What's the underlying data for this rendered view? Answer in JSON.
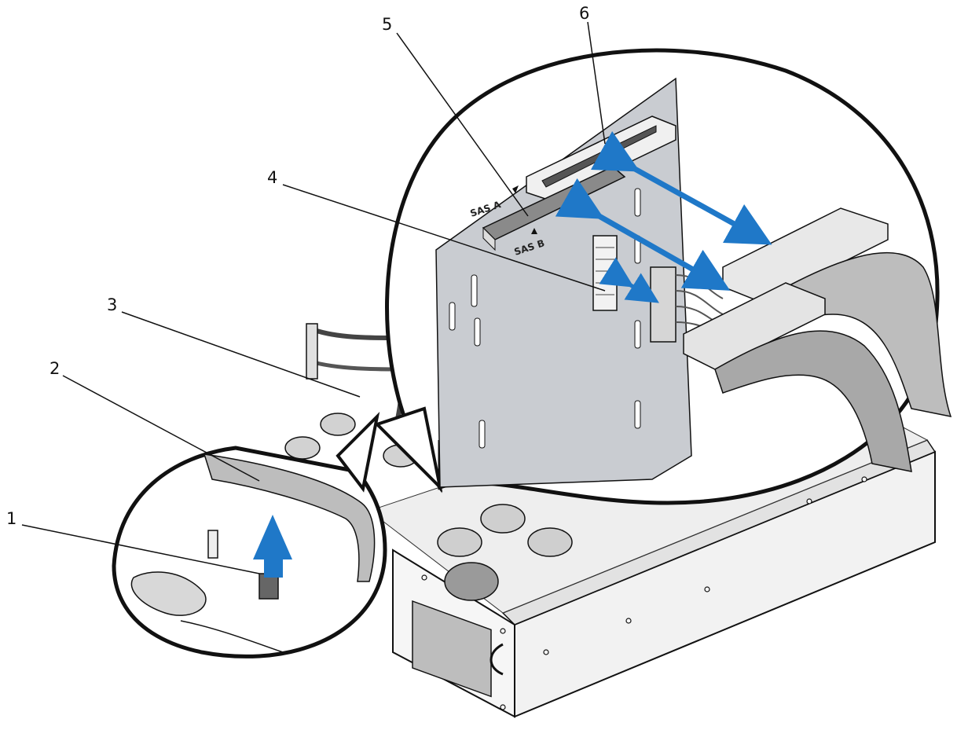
{
  "callouts": [
    {
      "id": "1",
      "label": "1"
    },
    {
      "id": "2",
      "label": "2"
    },
    {
      "id": "3",
      "label": "3"
    },
    {
      "id": "4",
      "label": "4"
    },
    {
      "id": "5",
      "label": "5"
    },
    {
      "id": "6",
      "label": "6"
    }
  ],
  "board_labels": {
    "sas_a": "SAS A",
    "sas_b": "SAS B"
  },
  "colors": {
    "arrow_blue": "#1f78c8",
    "line": "#111111",
    "board": "#c9ccd1",
    "chassis": "#ececec",
    "shadow": "#7a7a7a"
  }
}
